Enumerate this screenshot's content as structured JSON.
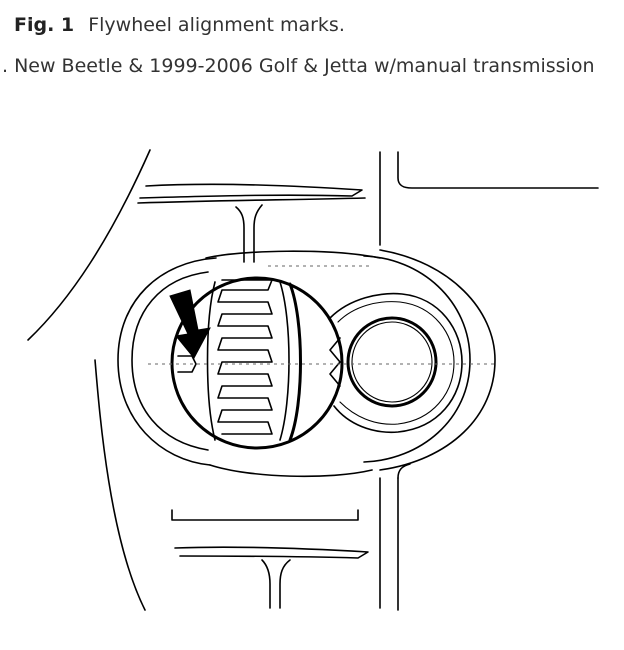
{
  "caption": {
    "figure_label": "Fig. 1",
    "figure_title": "Flywheel alignment marks.",
    "subtitle": ". New Beetle & 1999-2006 Golf & Jetta w/manual transmission"
  },
  "diagram": {
    "pointer_icon": "down-arrow-icon",
    "ink_color": "#000000",
    "background_color": "#ffffff"
  }
}
